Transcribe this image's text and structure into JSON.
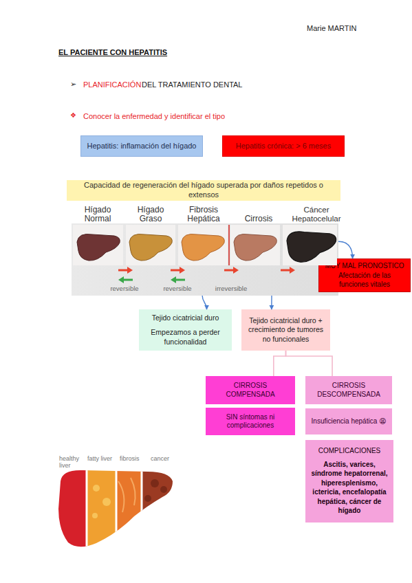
{
  "diagram": {
    "title": "EL PACIENTE CON HEPATITIS",
    "nodes": [
      {
        "text": [
          "Hepatitis: inflamación del hígado"
        ]
      },
      {
        "text": [
          "Hepatitis crónica: > 6 meses"
        ]
      },
      {
        "text": [
          "Capacidad de regeneración del hígado superada por daños repetidos o extensos"
        ]
      },
      {
        "text": [
          "Hígado Normal",
          "Hígado Graso",
          "Fibrosis Hepática",
          "Cirrosis",
          "Cáncer Hepatocelular",
          "reversible",
          "reversible",
          "irreversible"
        ]
      },
      {
        "text": [
          "MUY MAL PRONOSTICO",
          "Afectación de las funciones vitales"
        ]
      },
      {
        "text": [
          "Tejido cicatricial duro",
          "Empezamos a perder funcionalidad"
        ]
      },
      {
        "text": [
          "Tejido cicatricial duro + crecimiento de tumores no funcionales"
        ]
      },
      {
        "text": [
          "CIRROSIS COMPENSADA"
        ]
      },
      {
        "text": [
          "CIRROSIS DESCOMPENSADA"
        ]
      },
      {
        "text": [
          "SIN síntomas ni complicaciones"
        ]
      },
      {
        "text": [
          "Insuficiencia hepática 😫"
        ]
      },
      {
        "text": [
          "COMPLICACIONES",
          "Ascitis, varices, síndrome hepatorrenal, hiperesplenismo, ictericia, encefalopatía hepática, cáncer de hígado"
        ]
      }
    ],
    "edges": [
      {
        "from": 3,
        "to": 4,
        "arrow": "to"
      },
      {
        "from": 3,
        "to": 5,
        "arrow": "to"
      },
      {
        "from": 3,
        "to": 6,
        "arrow": "to"
      },
      {
        "from": 6,
        "to": 7,
        "arrow": "none"
      },
      {
        "from": 6,
        "to": 8,
        "arrow": "none"
      }
    ],
    "labels": [
      "Marie MARTIN",
      "➢",
      "PLANIFICACIÓN",
      "DEL TRATAMIENTO DENTAL",
      "❖",
      "Conocer la enfermedad y identificar el tipo",
      "healthy liver",
      "fatty liver",
      "fibrosis",
      "cancer"
    ]
  }
}
